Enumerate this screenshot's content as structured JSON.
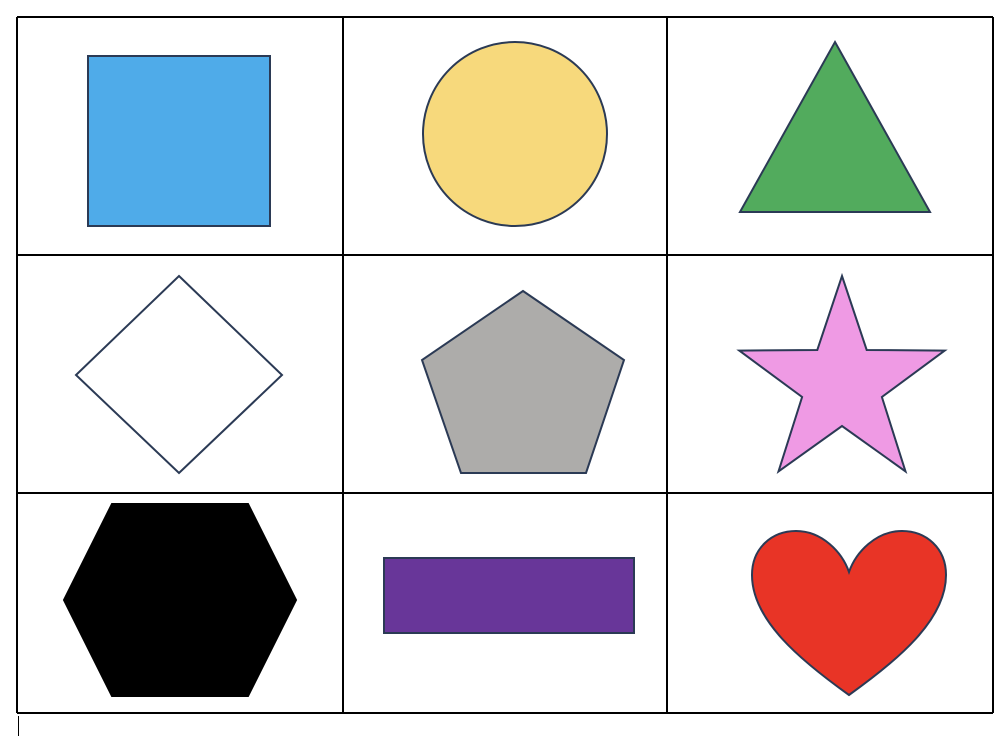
{
  "document": {
    "table": {
      "rows": 3,
      "columns": 3,
      "border_color": "#000000",
      "shape_outline_color": "#2b3a55",
      "cells": [
        {
          "shape": "square",
          "fill": "#4fabe9"
        },
        {
          "shape": "circle",
          "fill": "#f7d97c"
        },
        {
          "shape": "triangle",
          "fill": "#52ab5d"
        },
        {
          "shape": "diamond",
          "fill": "#ffffff"
        },
        {
          "shape": "pentagon",
          "fill": "#adacaa"
        },
        {
          "shape": "star",
          "fill": "#ef9ae4"
        },
        {
          "shape": "hexagon",
          "fill": "#000000"
        },
        {
          "shape": "rectangle",
          "fill": "#683699"
        },
        {
          "shape": "heart",
          "fill": "#e83426"
        }
      ]
    }
  }
}
